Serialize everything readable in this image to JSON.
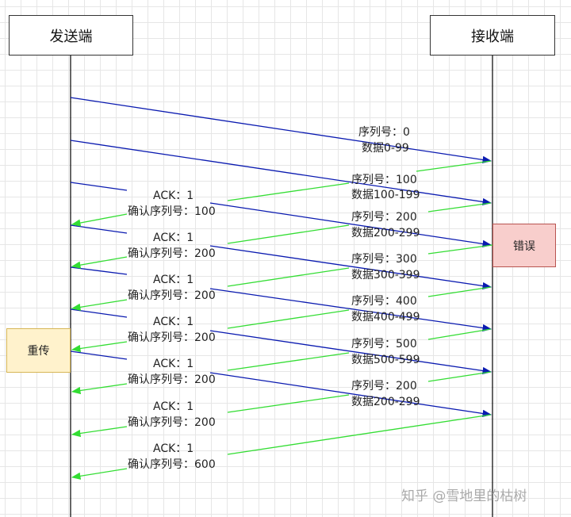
{
  "boxes": {
    "sender": "发送端",
    "receiver": "接收端",
    "error": "错误",
    "retransmit": "重传"
  },
  "data_labels": [
    {
      "seq": "序列号：0",
      "data": "数据0-99"
    },
    {
      "seq": "序列号：100",
      "data": "数据100-199"
    },
    {
      "seq": "序列号：200",
      "data": "数据200-299"
    },
    {
      "seq": "序列号：300",
      "data": "数据300-399"
    },
    {
      "seq": "序列号：400",
      "data": "数据400-499"
    },
    {
      "seq": "序列号：500",
      "data": "数据500-599"
    },
    {
      "seq": "序列号：200",
      "data": "数据200-299"
    }
  ],
  "ack_labels": [
    {
      "ack": "ACK：1",
      "confirm": "确认序列号：100"
    },
    {
      "ack": "ACK：1",
      "confirm": "确认序列号：200"
    },
    {
      "ack": "ACK：1",
      "confirm": "确认序列号：200"
    },
    {
      "ack": "ACK：1",
      "confirm": "确认序列号：200"
    },
    {
      "ack": "ACK：1",
      "confirm": "确认序列号：200"
    },
    {
      "ack": "ACK：1",
      "confirm": "确认序列号：200"
    },
    {
      "ack": "ACK：1",
      "confirm": "确认序列号：600"
    }
  ],
  "watermark": "知乎 @雪地里的枯树",
  "colors": {
    "data_arrow": "#0a1ab0",
    "ack_arrow": "#33dd33",
    "lifeline": "#000000",
    "error_fill": "#f8cecc",
    "retransmit_fill": "#fff2cc"
  }
}
